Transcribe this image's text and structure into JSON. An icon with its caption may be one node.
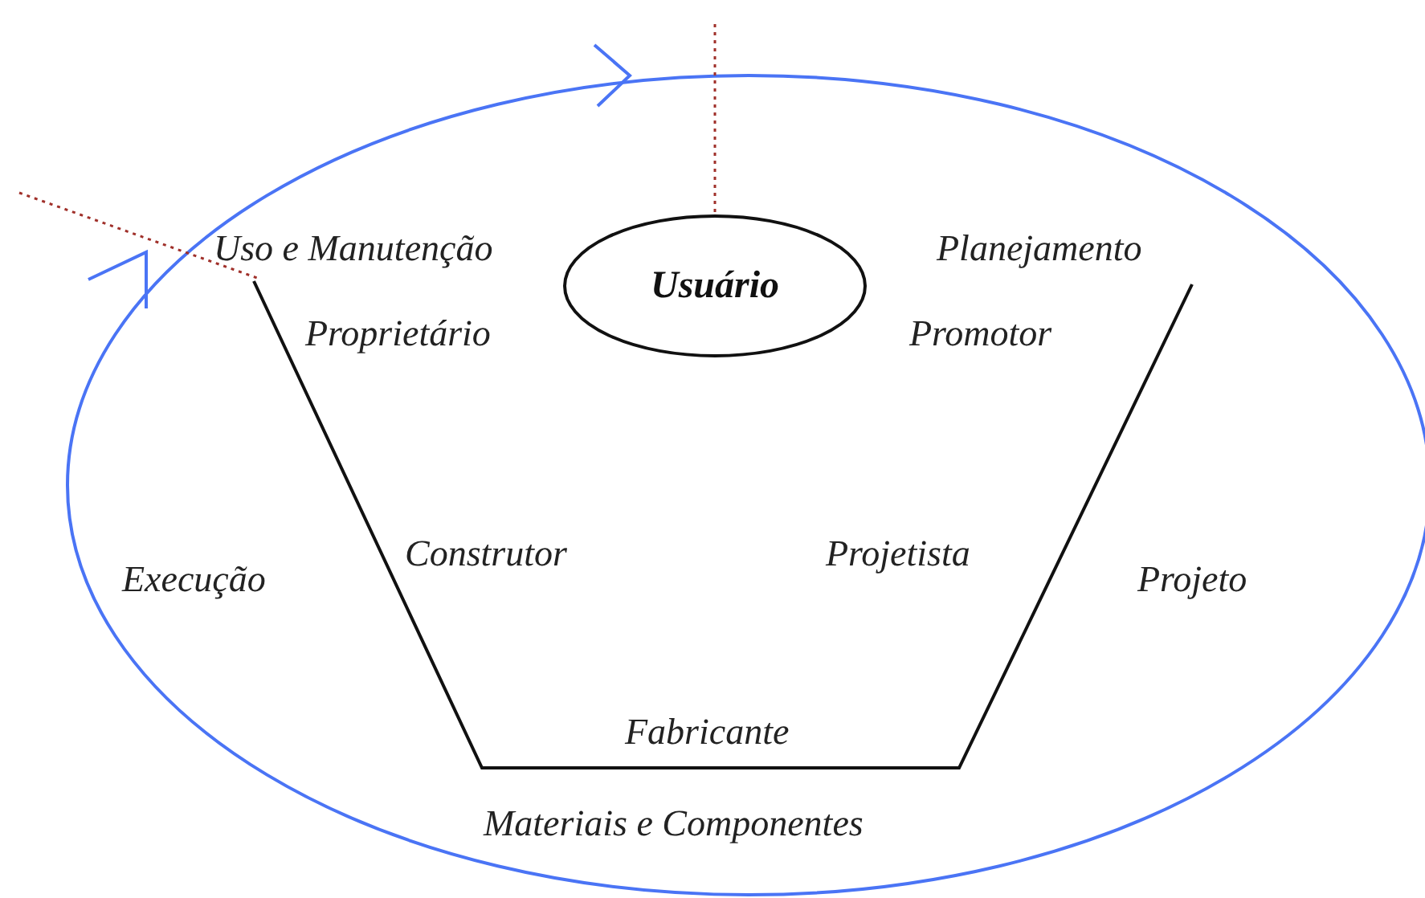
{
  "diagram": {
    "nodes": [
      {
        "text": [
          "Usuário"
        ]
      }
    ],
    "labels": [
      "Uso e Manutenção",
      "Planejamento",
      "Proprietário",
      "Promotor",
      "Construtor",
      "Projetista",
      "Execução",
      "Projeto",
      "Fabricante",
      "Materiais e Componentes"
    ]
  }
}
